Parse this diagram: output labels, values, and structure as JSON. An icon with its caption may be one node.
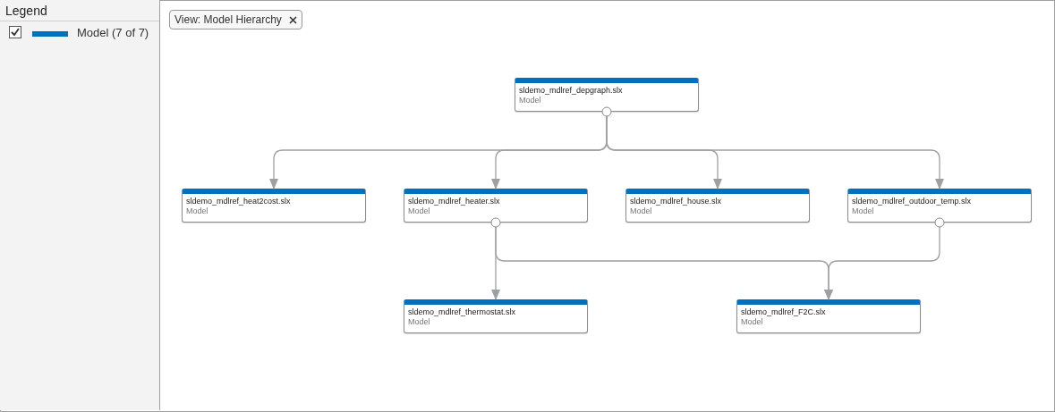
{
  "diagram": {
    "nodes": [
      {
        "text": [
          "sldemo_mdlref_depgraph.slx",
          "Model"
        ]
      },
      {
        "text": [
          "sldemo_mdlref_heat2cost.slx",
          "Model"
        ]
      },
      {
        "text": [
          "sldemo_mdlref_heater.slx",
          "Model"
        ]
      },
      {
        "text": [
          "sldemo_mdlref_house.slx",
          "Model"
        ]
      },
      {
        "text": [
          "sldemo_mdlref_outdoor_temp.slx",
          "Model"
        ]
      },
      {
        "text": [
          "sldemo_mdlref_thermostat.slx",
          "Model"
        ]
      },
      {
        "text": [
          "sldemo_mdlref_F2C.slx",
          "Model"
        ]
      }
    ],
    "edges": [
      {
        "from": 0,
        "to": 1,
        "arrow": "to"
      },
      {
        "from": 0,
        "to": 2,
        "arrow": "to"
      },
      {
        "from": 0,
        "to": 3,
        "arrow": "to"
      },
      {
        "from": 0,
        "to": 4,
        "arrow": "to"
      },
      {
        "from": 2,
        "to": 5,
        "arrow": "to"
      },
      {
        "from": 2,
        "to": 6,
        "arrow": "to"
      },
      {
        "from": 4,
        "to": 6,
        "arrow": "to"
      }
    ],
    "labels": [
      "Legend",
      "View: Model Hierarchy"
    ],
    "legend": [
      {
        "text": "Model (7 of 7)",
        "color": "#0072bd"
      }
    ]
  }
}
